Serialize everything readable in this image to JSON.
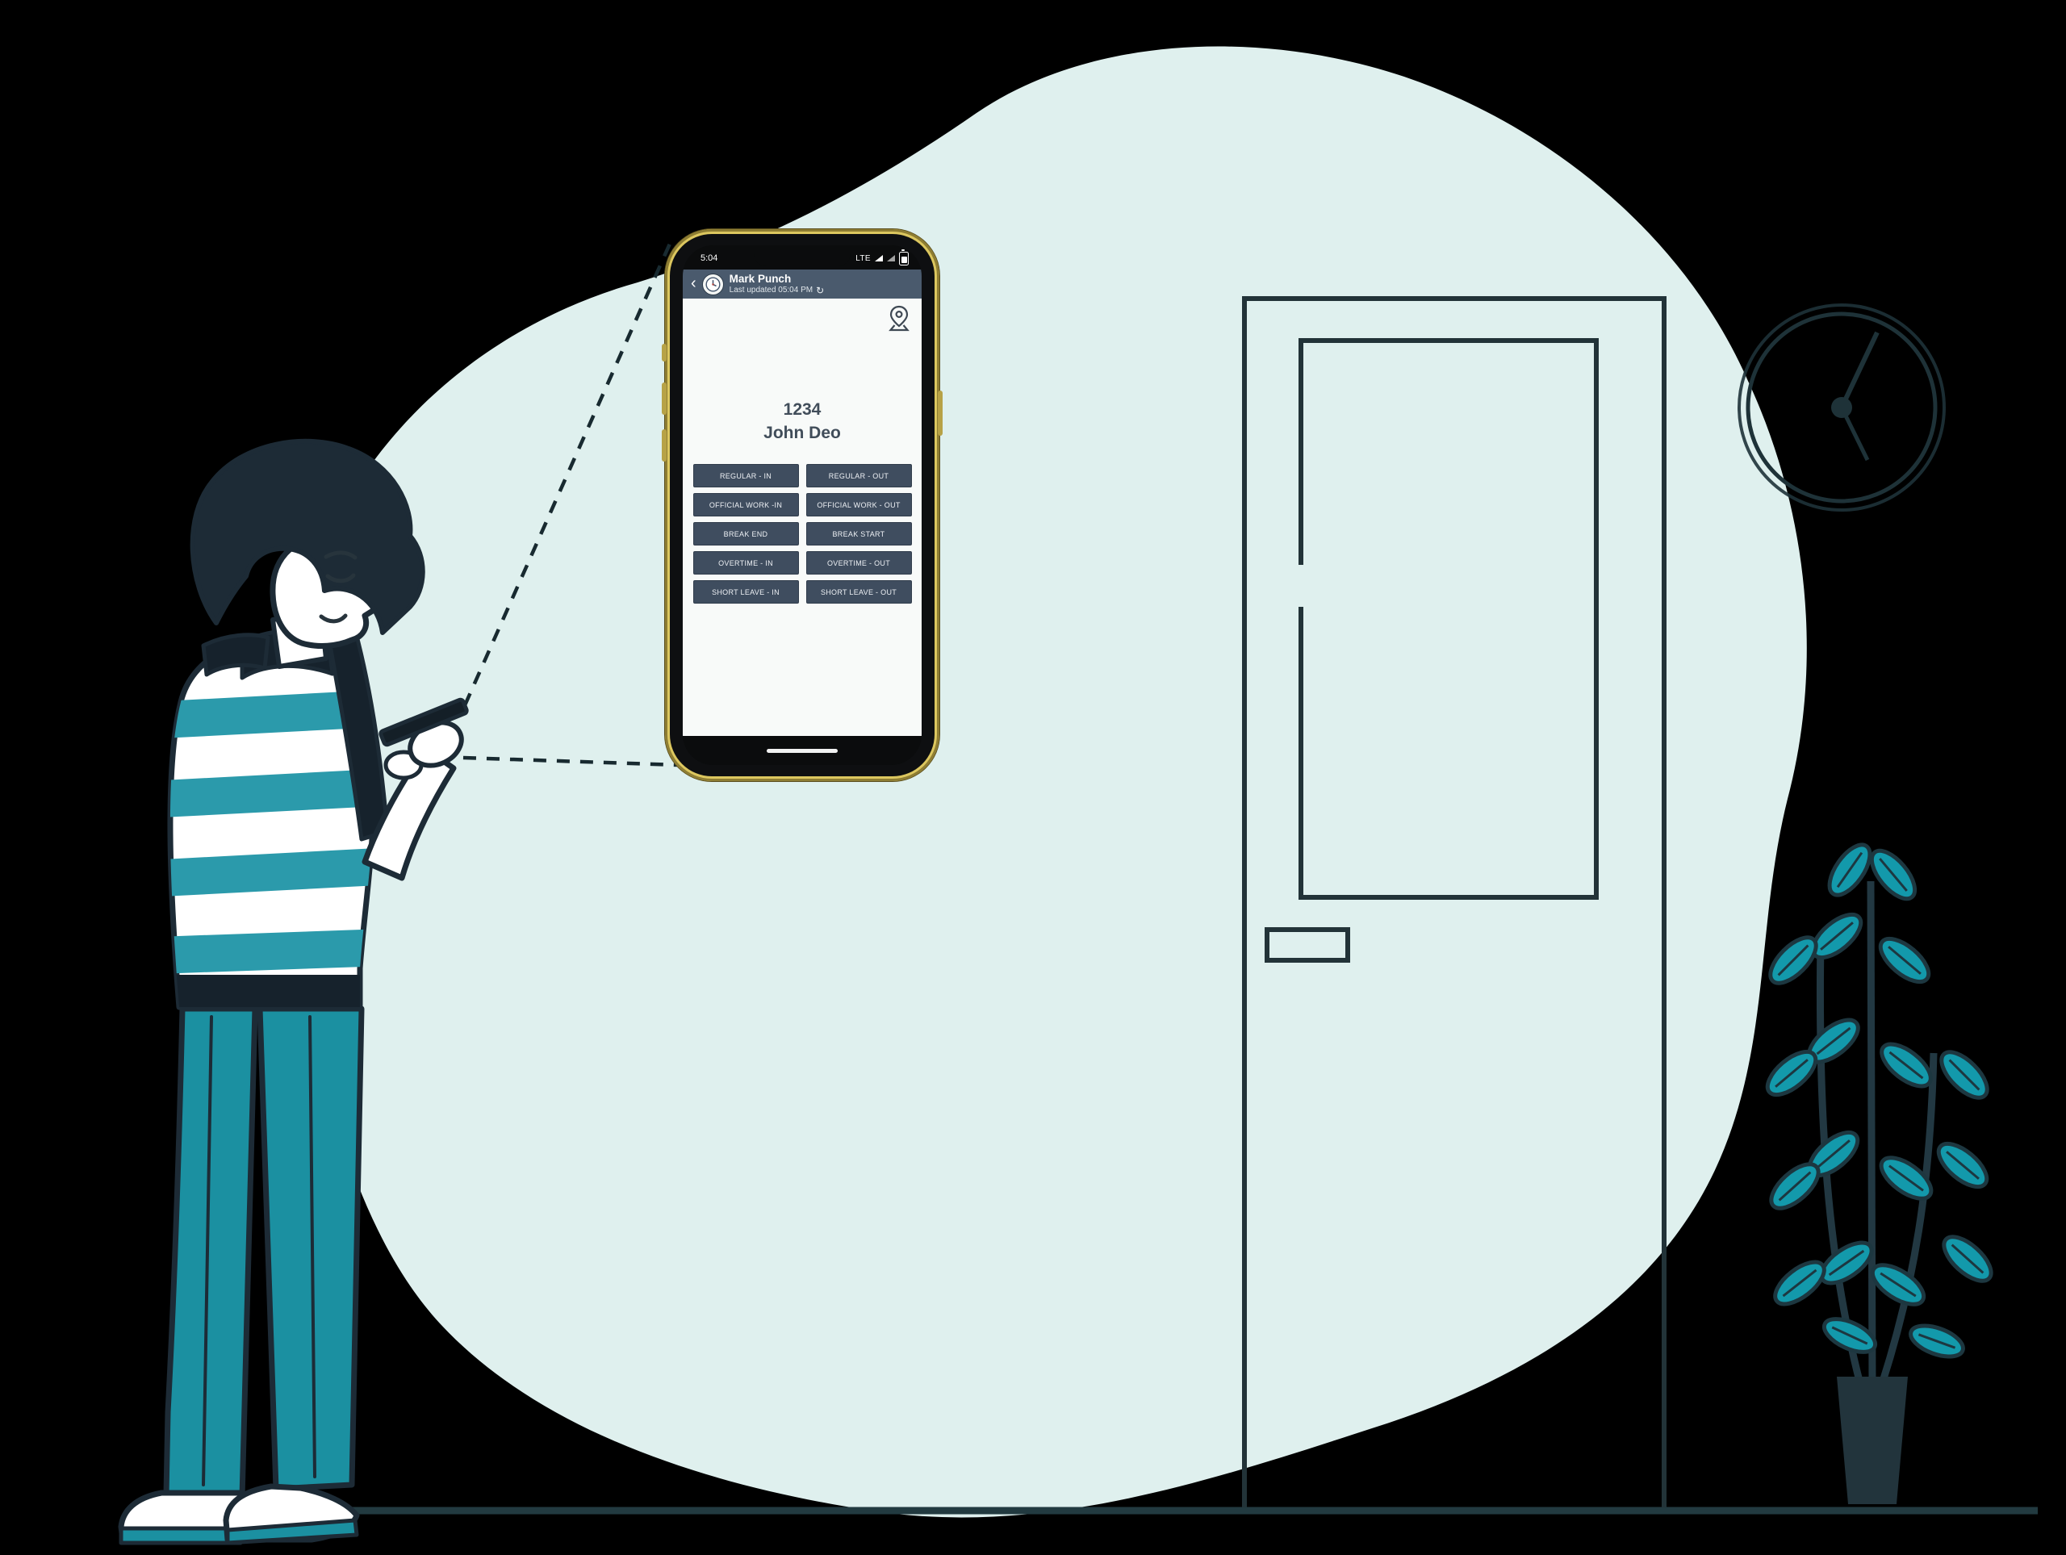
{
  "phone": {
    "status_bar": {
      "time": "5:04",
      "network": "LTE"
    },
    "header": {
      "title": "Mark Punch",
      "subtitle": "Last updated 05:04 PM",
      "back_icon": "‹",
      "refresh_icon": "↻"
    },
    "content": {
      "employee_id": "1234",
      "employee_name": "John Deo",
      "buttons": [
        {
          "label": "REGULAR - IN"
        },
        {
          "label": "REGULAR - OUT"
        },
        {
          "label": "OFFICIAL WORK -IN"
        },
        {
          "label": "OFFICIAL WORK - OUT"
        },
        {
          "label": "BREAK END"
        },
        {
          "label": "BREAK START"
        },
        {
          "label": "OVERTIME - IN"
        },
        {
          "label": "OVERTIME - OUT"
        },
        {
          "label": "SHORT LEAVE - IN"
        },
        {
          "label": "SHORT LEAVE - OUT"
        }
      ]
    }
  },
  "colors": {
    "background": "#000000",
    "blob_mint": "#dff0ee",
    "ink": "#1e3238",
    "teal": "#1b93a4",
    "leaf_teal": "#1399ab",
    "header_slate": "#4a5a6d",
    "button_slate": "#3f4d5f",
    "frame_gold": "#dcc75f",
    "screen_white": "#f8faf9",
    "text_dark": "#414d5a"
  }
}
